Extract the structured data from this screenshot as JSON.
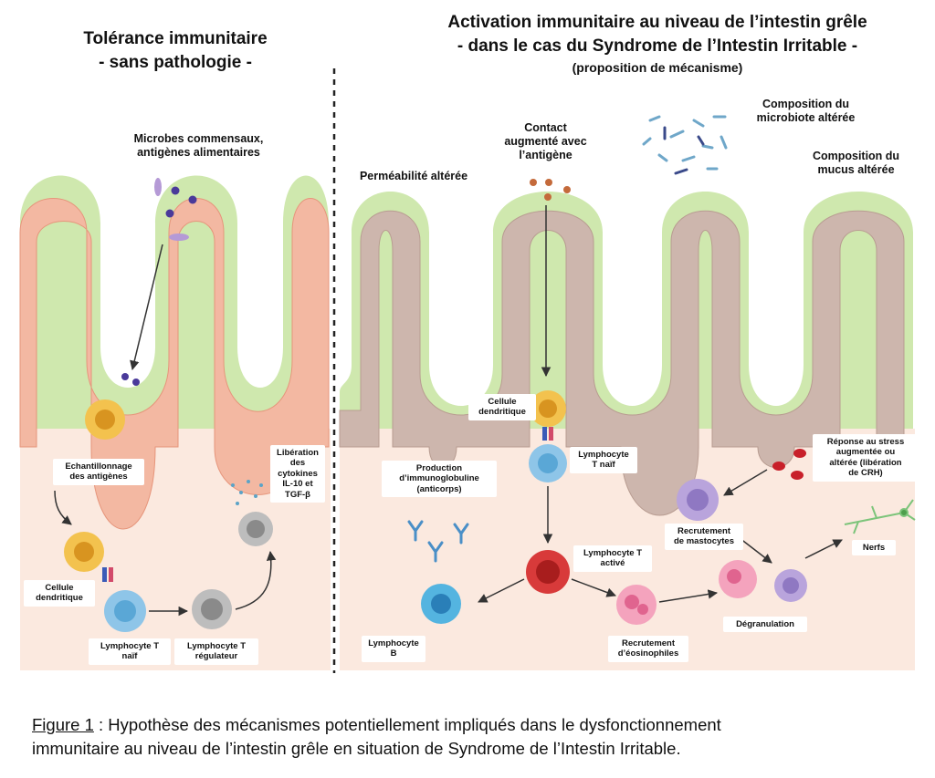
{
  "left_panel": {
    "title_line1": "Tolérance immunitaire",
    "title_line2": "- sans pathologie -",
    "labels": {
      "microbes_l1": "Microbes commensaux,",
      "microbes_l2": "antigènes alimentaires",
      "echant_l1": "Echantillonnage",
      "echant_l2": "des antigènes",
      "cellule_l1": "Cellule",
      "cellule_l2": "dendritique",
      "lympho_l1": "Lymphocyte T",
      "lympho_l2": "naïf",
      "treg_l1": "Lymphocyte T",
      "treg_l2": "régulateur",
      "lib_l1": "Libération",
      "lib_l2": "des",
      "lib_l3": "cytokines",
      "lib_l4": "IL-10 et",
      "lib_l5": "TGF-β"
    }
  },
  "right_panel": {
    "title_line1": "Activation immunitaire au niveau de l’intestin grêle",
    "title_line2": "- dans le cas du Syndrome de l’Intestin Irritable -",
    "title_line3": "(proposition de mécanisme)",
    "labels": {
      "permea": "Perméabilité altérée",
      "contact_l1": "Contact",
      "contact_l2": "augmenté avec",
      "contact_l3": "l’antigène",
      "microbiote_l1": "Composition du",
      "microbiote_l2": "microbiote altérée",
      "mucus_l1": "Composition du",
      "mucus_l2": "mucus altérée",
      "cellule_l1": "Cellule",
      "cellule_l2": "dendritique",
      "lympho_naif_l1": "Lymphocyte",
      "lympho_naif_l2": "T naïf",
      "prod_l1": "Production",
      "prod_l2": "d’immunoglobuline",
      "prod_l3": "(anticorps)",
      "lympho_act_l1": "Lymphocyte T",
      "lympho_act_l2": "activé",
      "lympho_b_l1": "Lymphocyte",
      "lympho_b_l2": "B",
      "eosino_l1": "Recrutement",
      "eosino_l2": "d’éosinophiles",
      "masto_l1": "Recrutement",
      "masto_l2": "de mastocytes",
      "stress_l1": "Réponse au stress",
      "stress_l2": "augmentée ou",
      "stress_l3": "altérée (libération",
      "stress_l4": "de CRH)",
      "degran": "Dégranulation",
      "nerfs": "Nerfs"
    }
  },
  "caption": {
    "figure_label": "Figure 1",
    "text_line1": " : Hypothèse des mécanismes potentiellement impliqués dans le dysfonctionnement",
    "text_line2": "immunitaire au niveau de l’intestin grêle en situation de Syndrome de l’Intestin Irritable."
  },
  "colors": {
    "mucus": "#cfe8ae",
    "epithelium_left": "#f3b8a2",
    "epithelium_right": "#cdb6ad",
    "lamina": "#fbe9df",
    "dendritic": "#f3c24e",
    "lymphocyte_naif": "#8ec5e8",
    "lymphocyte_reg": "#a9a9a9",
    "lymphocyte_act": "#d83a3a",
    "lymphocyte_b": "#54b4e0",
    "eosinophile": "#f4a3bd",
    "mastocyte": "#b9a4dc",
    "crh": "#c8202a",
    "antigen_dot": "#4a3a9a",
    "contact_dot": "#c46a3b"
  }
}
